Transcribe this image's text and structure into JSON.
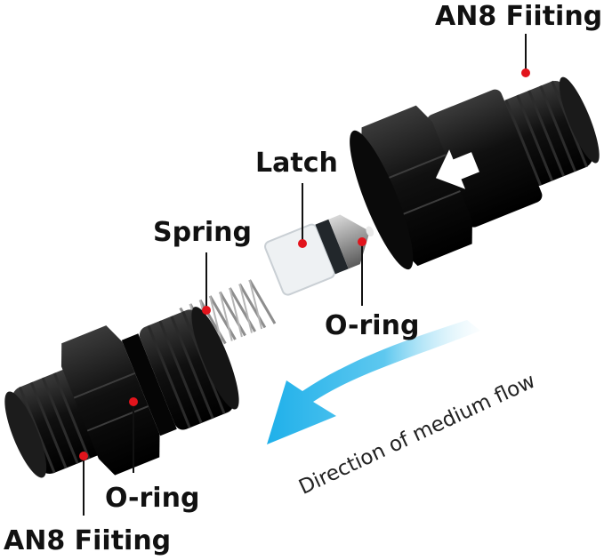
{
  "labels": {
    "an8_top": "AN8 Fiiting",
    "an8_bottom": "AN8 Fiiting",
    "latch": "Latch",
    "spring": "Spring",
    "oring_latch": "O-ring",
    "oring_fitting": "O-ring",
    "flow": "Direction of medium flow"
  },
  "colors": {
    "fitting_body": "#111111",
    "marker_dot": "#e2141c",
    "flow_arrow": "#31b8e8",
    "latch_body": "#eef1f3",
    "spring": "#8d8d8d"
  },
  "icons": {
    "flow_arrow": "flow-direction-arrow-icon",
    "fitting_arrow": "white-arrow-icon"
  }
}
